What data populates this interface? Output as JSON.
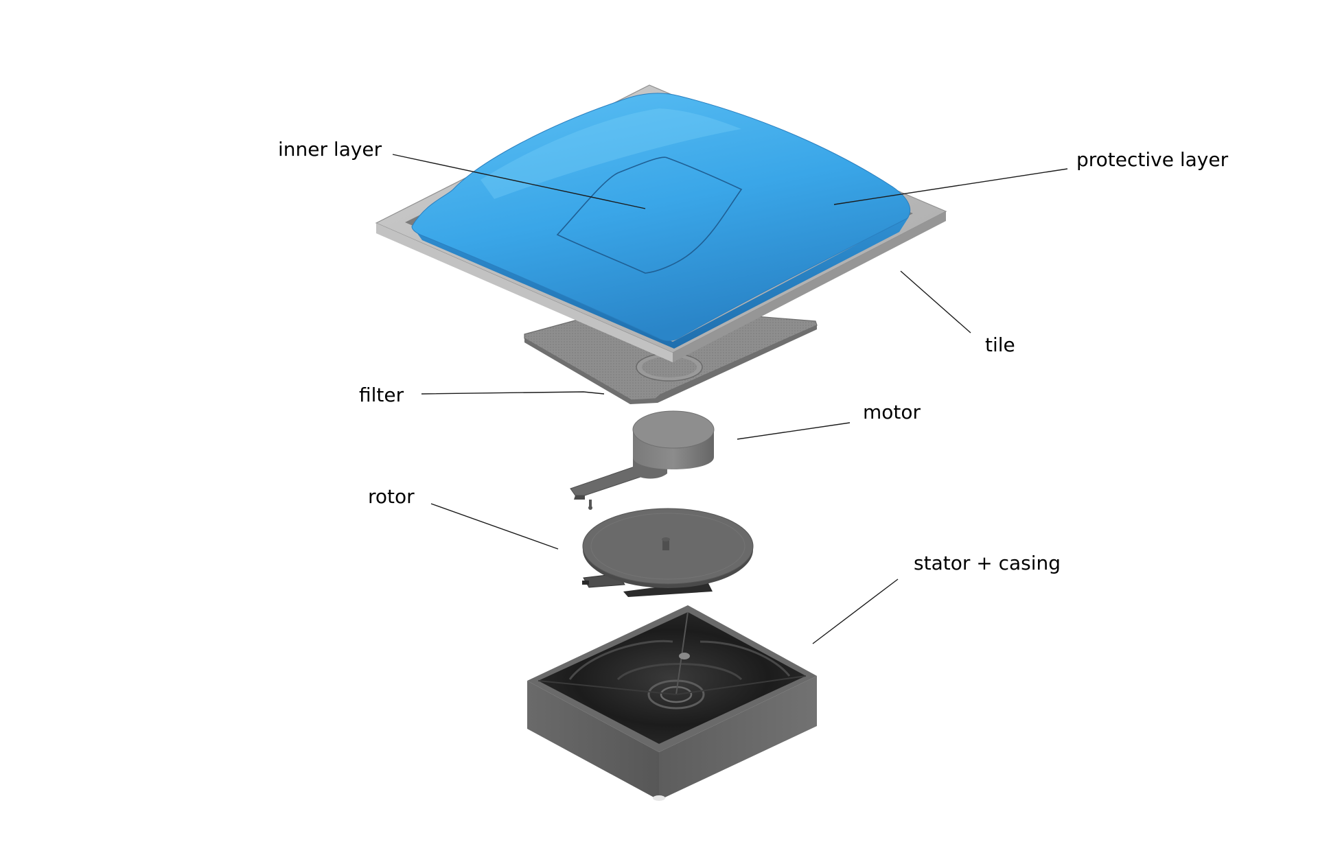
{
  "labels": {
    "inner_layer": "inner layer",
    "protective_layer": "protective layer",
    "tile": "tile",
    "filter": "filter",
    "motor": "motor",
    "rotor": "rotor",
    "stator_casing": "stator + casing"
  },
  "colors": {
    "protective_layer": "#3aa9ea",
    "tile_frame": "#b4b4b4",
    "filter": "#8a8a8a",
    "motor": "#6e6e6e",
    "rotor": "#5e5e5e",
    "casing": "#5a5a5a",
    "label_text": "#000000"
  }
}
